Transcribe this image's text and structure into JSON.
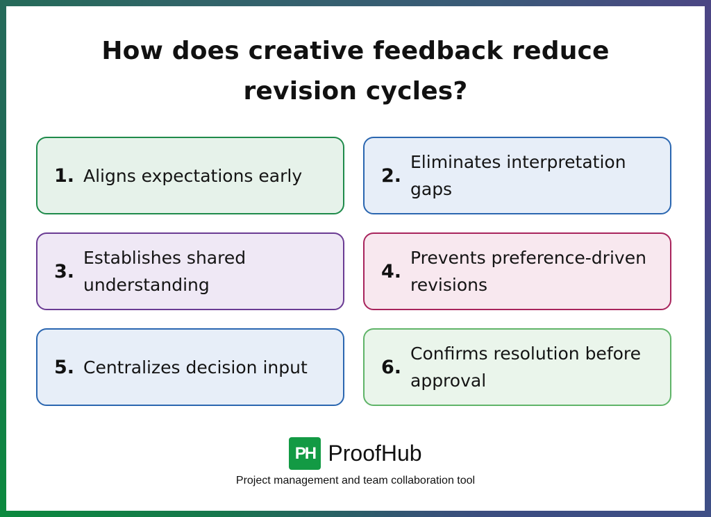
{
  "header": {
    "title_line1": "How does creative feedback reduce",
    "title_line2": "revision cycles?"
  },
  "cards": [
    {
      "number": "1.",
      "text": "Aligns expectations early",
      "border": "#1e8a4a",
      "background": "#e6f2ea"
    },
    {
      "number": "2.",
      "text": "Eliminates interpretation gaps",
      "border": "#2a66b0",
      "background": "#e7eef8"
    },
    {
      "number": "3.",
      "text": "Establishes shared understanding",
      "border": "#6a3b93",
      "background": "#efe8f5"
    },
    {
      "number": "4.",
      "text": "Prevents preference-driven revisions",
      "border": "#a8245c",
      "background": "#f8e8ef"
    },
    {
      "number": "5.",
      "text": "Centralizes decision input",
      "border": "#2a66b0",
      "background": "#e7eef8"
    },
    {
      "number": "6.",
      "text": "Confirms resolution before approval",
      "border": "#5fb468",
      "background": "#eaf5eb"
    }
  ],
  "footer": {
    "logo_icon": "PH",
    "brand_name": "ProofHub",
    "tagline": "Project management and team collaboration tool",
    "brand_color": "#139a44"
  }
}
